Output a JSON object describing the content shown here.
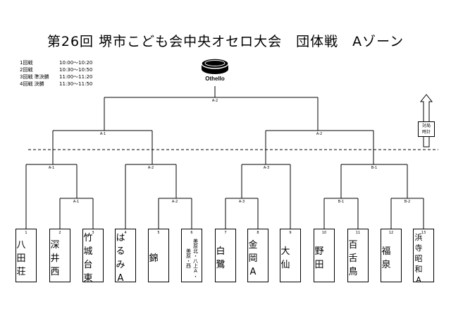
{
  "title": "第26回 堺市こども会中央オセロ大会　団体戦　Aゾーン",
  "schedule": [
    {
      "round": "1回戦",
      "time": "10:00～10:20"
    },
    {
      "round": "2回戦",
      "time": "10:30～10:50"
    },
    {
      "round": "3回戦 準決勝",
      "time": "11:00～11:20"
    },
    {
      "round": "4回戦  決勝",
      "time": "11:30～11:50"
    }
  ],
  "logo": {
    "text": "Othello"
  },
  "legend": {
    "line1": "対局",
    "line2": "時計"
  },
  "matches": {
    "final": "A-2",
    "semi_left": "A-1",
    "semi_right": "A-2",
    "qf_1": "A-1",
    "qf_2": "A-2",
    "qf_3": "A-3",
    "qf_4": "B-1",
    "r1_1": "A-1",
    "r1_2": "A-2",
    "r1_3": "A-3",
    "r1_4": "B-1",
    "r1_5": "B-2"
  },
  "teams": [
    {
      "num": "1",
      "name": "八田荘"
    },
    {
      "num": "2",
      "name": "深井西"
    },
    {
      "num": "3",
      "name": "竹城台東"
    },
    {
      "num": "4",
      "name": "はるみA"
    },
    {
      "num": "5",
      "name": "錦"
    },
    {
      "num": "6",
      "line1": "美原北・八上A・",
      "line2": "美原・西"
    },
    {
      "num": "7",
      "name": "白鷺"
    },
    {
      "num": "8",
      "name": "金岡A"
    },
    {
      "num": "9",
      "name": "大仙"
    },
    {
      "num": "10",
      "name": "野田"
    },
    {
      "num": "11",
      "name": "百舌鳥"
    },
    {
      "num": "12",
      "name": "福泉"
    },
    {
      "num": "13",
      "name": "浜寺昭和A"
    }
  ]
}
